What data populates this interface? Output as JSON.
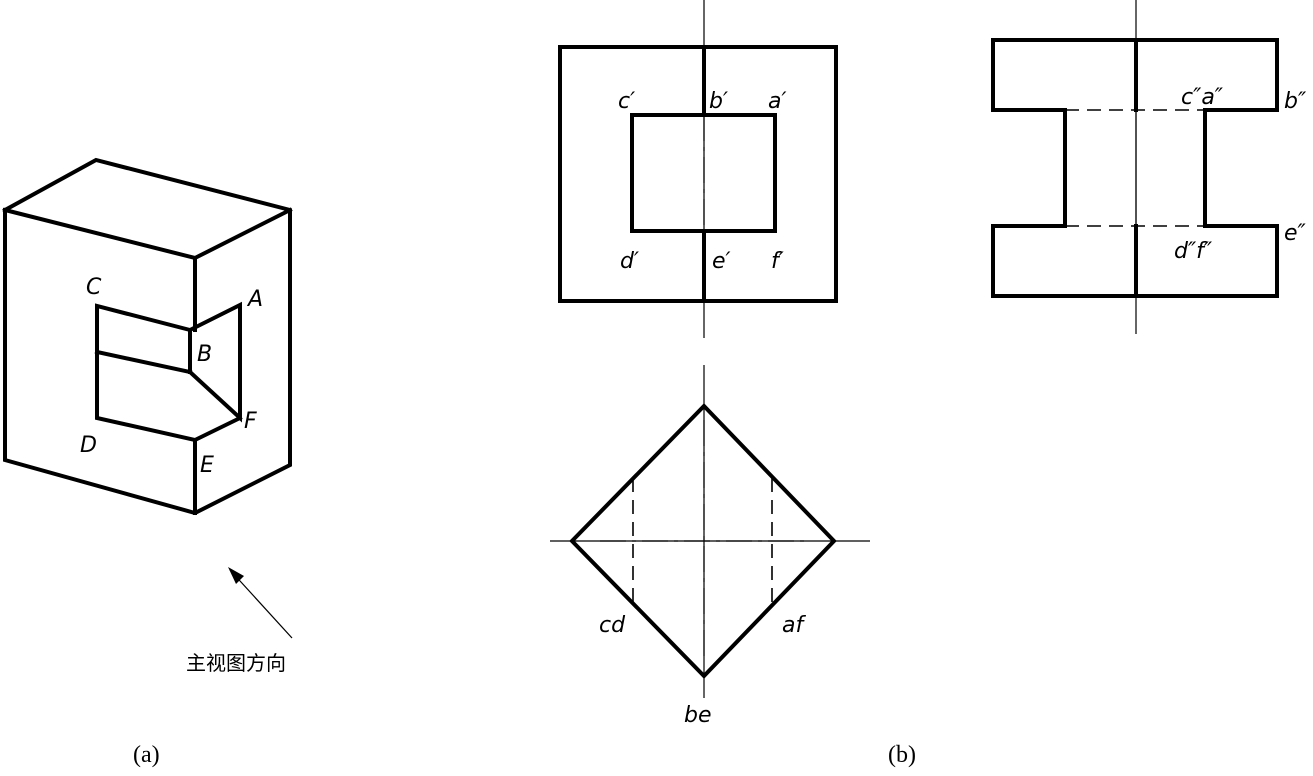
{
  "isometric": {
    "labels": {
      "A": "A",
      "B": "B",
      "C": "C",
      "D": "D",
      "E": "E",
      "F": "F"
    },
    "direction_note": "主视图方向",
    "caption": "(a)"
  },
  "front_view": {
    "labels": {
      "c": "c′",
      "b": "b′",
      "a": "a′",
      "d": "d′",
      "e": "e′",
      "f": "f′"
    }
  },
  "side_view": {
    "labels": {
      "ca": "c″a″",
      "b": "b″",
      "df": "d″f″",
      "e": "e″"
    }
  },
  "top_view": {
    "labels": {
      "cd": "cd",
      "af": "af",
      "be": "be"
    }
  },
  "caption_b": "(b)"
}
